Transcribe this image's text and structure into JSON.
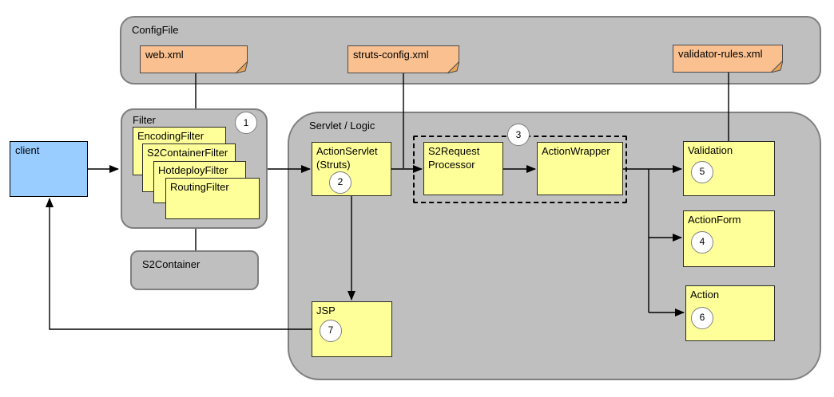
{
  "config": {
    "label": "ConfigFile",
    "docs": [
      {
        "label": "web.xml"
      },
      {
        "label": "struts-config.xml"
      },
      {
        "label": "validator-rules.xml"
      }
    ]
  },
  "client": {
    "label": "client"
  },
  "filter": {
    "label": "Filter",
    "badge": "1",
    "items": [
      {
        "label": "EncodingFilter"
      },
      {
        "label": "S2ContainerFilter"
      },
      {
        "label": "HotdeployFilter"
      },
      {
        "label": "RoutingFilter"
      }
    ]
  },
  "s2container": {
    "label": "S2Container"
  },
  "servlet": {
    "label": "Servlet / Logic",
    "action_servlet": {
      "label": "ActionServlet",
      "sublabel": "(Struts)",
      "badge": "2"
    },
    "request_group": {
      "badge": "3"
    },
    "s2request_processor": {
      "line1": "S2Request",
      "line2": "Processor"
    },
    "action_wrapper": {
      "label": "ActionWrapper"
    },
    "validation": {
      "label": "Validation",
      "badge": "5"
    },
    "action_form": {
      "label": "ActionForm",
      "badge": "4"
    },
    "action": {
      "label": "Action",
      "badge": "6"
    },
    "jsp": {
      "label": "JSP",
      "badge": "7"
    }
  },
  "colors": {
    "container_gray": "#BFBFBF",
    "container_border": "#7F7F7F",
    "box_yellow": "#FFFF99",
    "doc_orange": "#FAC090",
    "client_blue": "#99CCFF",
    "line_black": "#000000"
  }
}
